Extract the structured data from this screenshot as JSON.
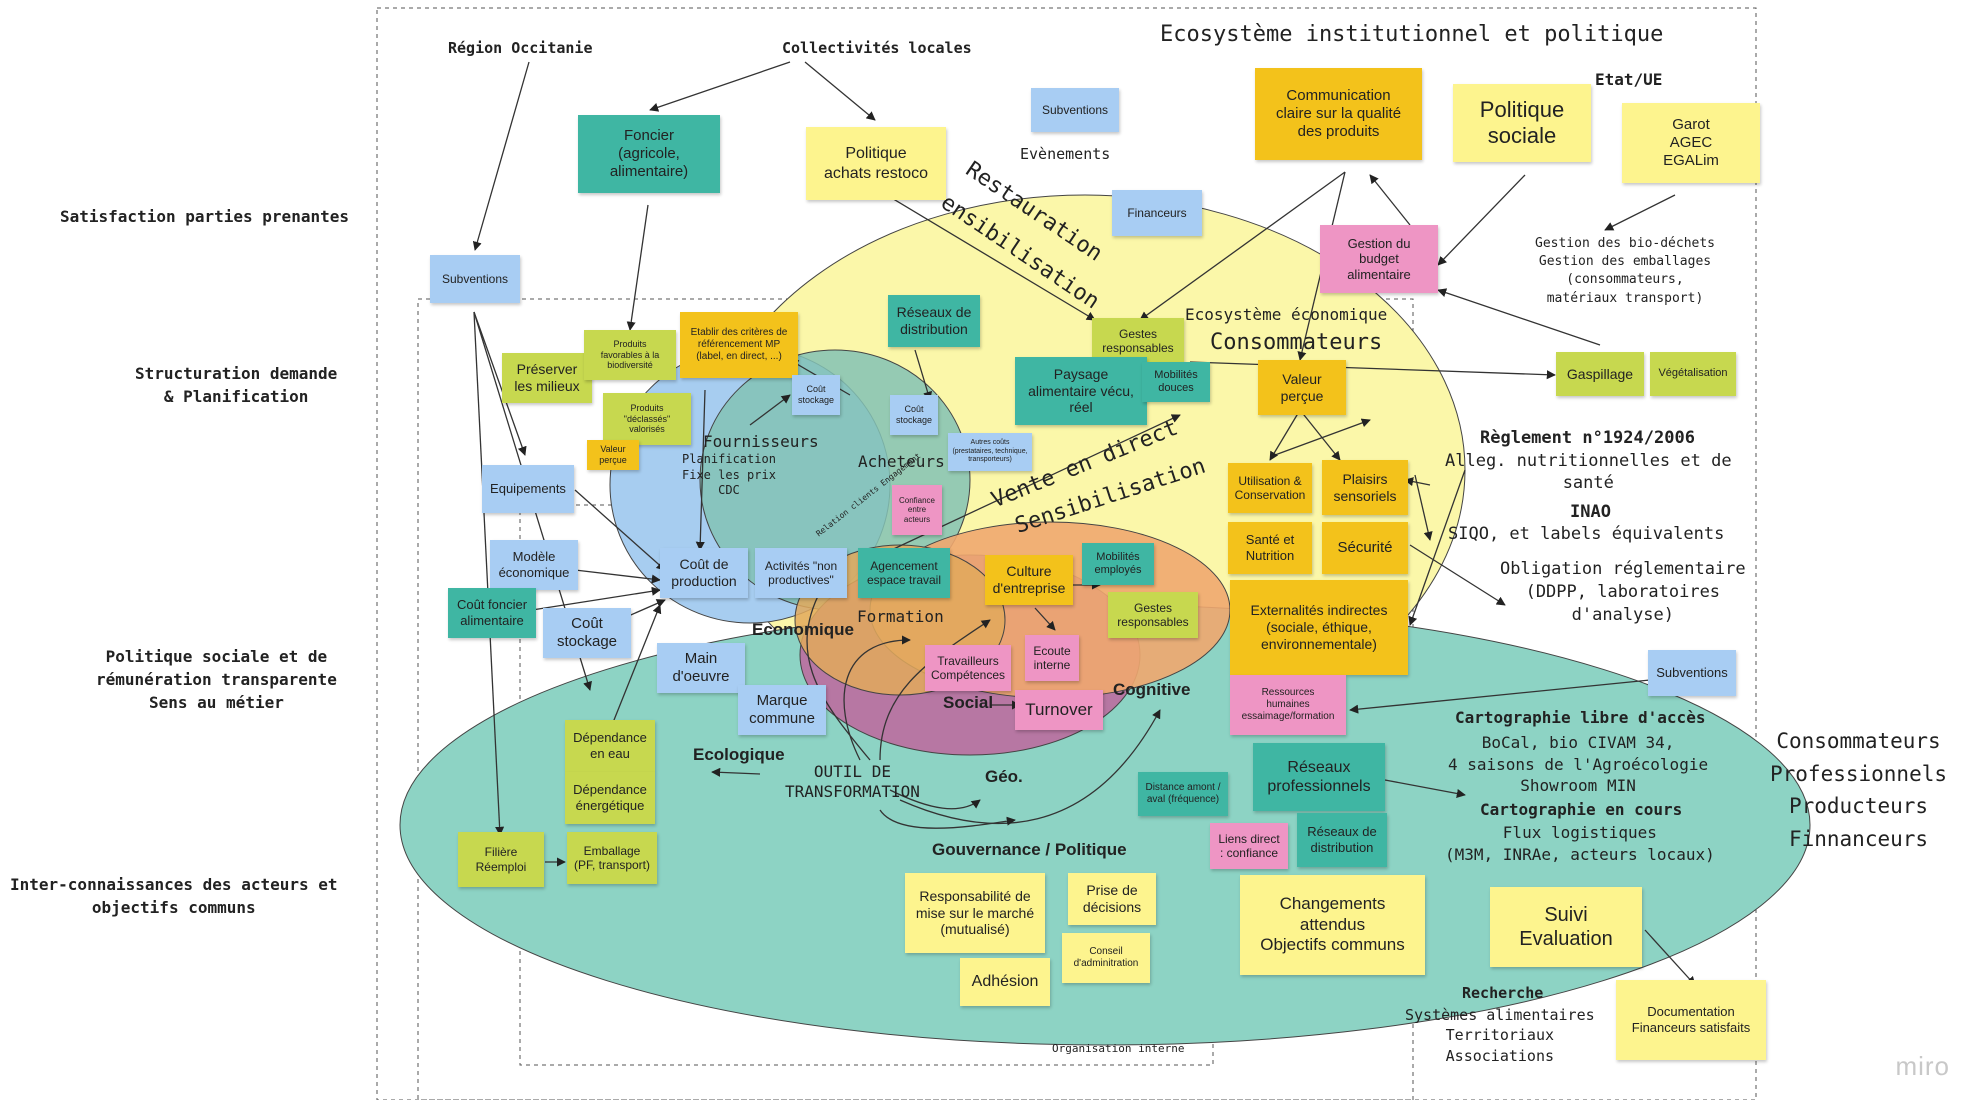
{
  "side_labels": {
    "satisfaction": "Satisfaction parties prenantes",
    "structuration": "Structuration demande\n& Planification",
    "politique_sociale": "Politique sociale et de\nrémunération transparente\nSens au métier",
    "inter": "Inter-connaissances des acteurs et\nobjectifs communs"
  },
  "titles": {
    "eco_inst": "Ecosystème institutionnel et politique",
    "region": "Région Occitanie",
    "collectivites": "Collectivités locales",
    "etat_ue": "Etat/UE",
    "evenements": "Evènements",
    "restauration": "Restauration",
    "sensibilisation1": "ensibilisation",
    "eco_eco": "Ecosystème économique",
    "consommateurs": "Consommateurs",
    "fournisseurs": "Fournisseurs",
    "fournisseurs_sub": "Planification\nFixe les prix\nCDC",
    "acheteurs": "Acheteurs",
    "relation": "Relation clients\nEngagement",
    "vente": "Vente en direct",
    "sensibilisation2": "Sensibilisation",
    "economique": "Economique",
    "formation": "Formation",
    "social": "Social",
    "cognitive": "Cognitive",
    "ecologique": "Ecologique",
    "geo": "Géo.",
    "outil": "OUTIL DE\nTRANSFORMATION",
    "gouvernance": "Gouvernance / Politique",
    "org_interne": "Organisation interne",
    "miro": "miro"
  },
  "texts": {
    "gestion_bio": "Gestion des bio-déchets\nGestion des emballages\n(consommateurs,\nmatériaux transport)",
    "reglement": "Règlement n°1924/2006",
    "alleg": "Alleg. nutritionnelles et de\nsanté",
    "inao": "INAO",
    "siqo": "SIQO, et labels équivalents",
    "obligation": "Obligation réglementaire\n(DDPP, laboratoires\nd'analyse)",
    "carto_libre": "Cartographie libre d'accès",
    "carto_libre_items": "BoCal, bio CIVAM 34,\n4 saisons de l'Agroécologie\nShowroom MIN",
    "carto_cours": "Cartographie en cours",
    "carto_cours_items": "Flux logistiques\n(M3M, INRAe, acteurs locaux)",
    "recherche": "Recherche",
    "recherche_items": "Systèmes alimentaires\nTerritoriaux\nAssociations",
    "acteurs_right": "Consommateurs\nProfessionnels\nProducteurs\nFinnanceurs"
  },
  "notes": {
    "foncier": "Foncier\n(agricole,\nalimentaire)",
    "politique_achats": "Politique\nachats restoco",
    "subventions_top": "Subventions",
    "financeurs": "Financeurs",
    "communication": "Communication\nclaire sur la qualité\ndes produits",
    "politique_sociale": "Politique\nsociale",
    "garot": "Garot\nAGEC\nEGALim",
    "gestion_budget": "Gestion du\nbudget\nalimentaire",
    "subventions_left": "Subventions",
    "preserver": "Préserver\nles milieux",
    "produits_favorables": "Produits\nfavorables à la\nbiodiversité",
    "etablir": "Etablir des critères de\nréférencement MP\n(label, en direct, ...)",
    "reseaux_distrib_top": "Réseaux de\ndistribution",
    "gestes_top": "Gestes\nresponsables",
    "paysage": "Paysage\nalimentaire vécu,\nréel",
    "mobilites_douces": "Mobilités\ndouces",
    "valeur_percue_top": "Valeur\nperçue",
    "gaspillage": "Gaspillage",
    "vegetalisation": "Végétalisation",
    "produits_declasses": "Produits\n\"déclassés\"\nvalorisés",
    "cout_stockage_small1": "Coût\nstockage",
    "cout_stockage_small2": "Coût\nstockage",
    "autres_couts": "Autres coûts\n(prestataires, technique,\ntransporteurs)",
    "valeur_percue_small": "Valeur\nperçue",
    "equipements": "Equipements",
    "confiance": "Confiance\nentre\nacteurs",
    "utilisation": "Utilisation &\nConservation",
    "plaisirs": "Plaisirs\nsensoriels",
    "sante": "Santé et\nNutrition",
    "securite": "Sécurité",
    "modele_eco": "Modèle\néconomique",
    "cout_production": "Coût de\nproduction",
    "activites": "Activités \"non\nproductives\"",
    "agencement": "Agencement\nespace travail",
    "culture": "Culture\nd'entreprise",
    "mobilites_employes": "Mobilités\nemployés",
    "externalites": "Externalités indirectes\n(sociale, éthique,\nenvironnementale)",
    "cout_foncier": "Coût foncier\nalimentaire",
    "cout_stockage_big": "Coût\nstockage",
    "gestes_bottom": "Gestes\nresponsables",
    "main_oeuvre": "Main\nd'oeuvre",
    "travailleurs": "Travailleurs\nCompétences",
    "ecoute": "Ecoute\ninterne",
    "subventions_right": "Subventions",
    "ressources": "Ressources\nhumaines\nessaimage/formation",
    "marque": "Marque\ncommune",
    "turnover": "Turnover",
    "dependance_eau": "Dépendance\nen eau",
    "dependance_energie": "Dépendance\nénergétique",
    "distance": "Distance amont /\naval (fréquence)",
    "reseaux_pro": "Réseaux\nprofessionnels",
    "liens_direct": "Liens direct\n: confiance",
    "reseaux_distrib_bottom": "Réseaux de\ndistribution",
    "filiere": "Filière\nRéemploi",
    "emballage": "Emballage\n(PF, transport)",
    "responsabilite": "Responsabilité de\nmise sur le marché\n(mutualisé)",
    "prise_decisions": "Prise de\ndécisions",
    "conseil": "Conseil\nd'adminitration",
    "adhesion": "Adhésion",
    "changements": "Changements\nattendus\nObjectifs communs",
    "suivi": "Suivi\nEvaluation",
    "documentation": "Documentation\nFinanceurs satisfaits"
  }
}
